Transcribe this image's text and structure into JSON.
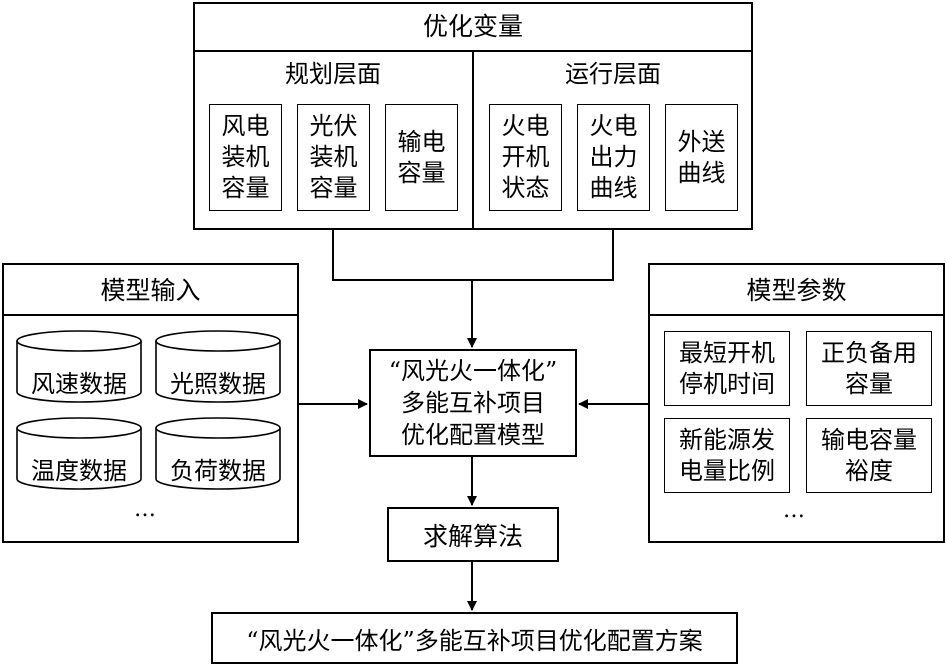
{
  "optimization_variables": {
    "title": "优化变量",
    "planning": {
      "title": "规划层面",
      "items": [
        "风电\n装机\n容量",
        "光伏\n装机\n容量",
        "输电\n容量"
      ]
    },
    "operation": {
      "title": "运行层面",
      "items": [
        "火电\n开机\n状态",
        "火电\n出力\n曲线",
        "外送\n曲线"
      ]
    }
  },
  "model_input": {
    "title": "模型输入",
    "items": [
      "风速数据",
      "光照数据",
      "温度数据",
      "负荷数据"
    ],
    "ellipsis": "…"
  },
  "model_params": {
    "title": "模型参数",
    "items": [
      "最短开机\n停机时间",
      "正负备用\n容量",
      "新能源发\n电量比例",
      "输电容量\n裕度"
    ],
    "ellipsis": "…"
  },
  "central_model": {
    "label": "“风光火一体化”\n多能互补项目\n优化配置模型"
  },
  "solver": {
    "label": "求解算法"
  },
  "result": {
    "label": "“风光火一体化”多能互补项目优化配置方案"
  }
}
